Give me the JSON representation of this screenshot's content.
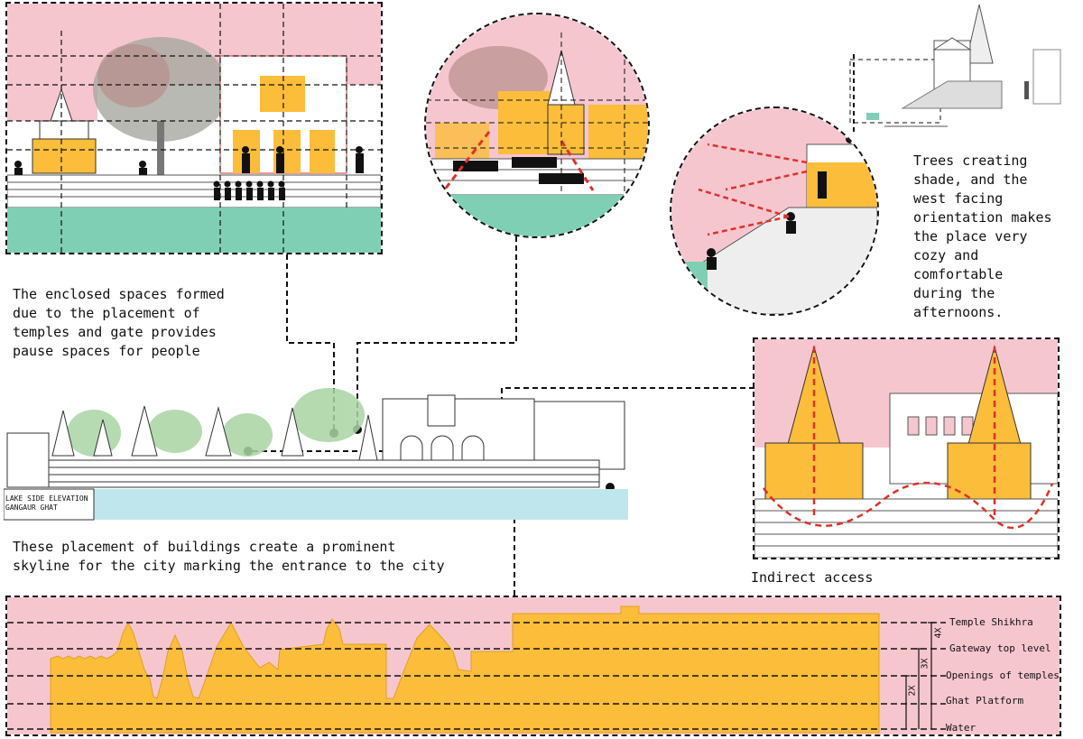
{
  "notes": {
    "enclosed_spaces": "The enclosed spaces formed\ndue to the placement of\ntemples and gate provides\npause spaces for people",
    "trees_shade": "Trees creating\nshade, and the\nwest facing\norientation makes\nthe place very\ncozy and\ncomfortable\nduring the\nafternoons.",
    "skyline": "These placement of buildings create a prominent\nskyline for the city marking the entrance to the city",
    "indirect_access": "Indirect access"
  },
  "elevation_label": {
    "line1": "LAKE SIDE ELEVATION",
    "line2": "GANGAUR GHAT"
  },
  "skyline_levels": [
    {
      "label": "Temple Shikhra"
    },
    {
      "label": "Gateway top level"
    },
    {
      "label": "Openings of temples"
    },
    {
      "label": "Ghat Platform"
    },
    {
      "label": "Water"
    }
  ],
  "ratio_marks": [
    "4X",
    "3X",
    "2X"
  ],
  "colors": {
    "pink": "#f6c6cf",
    "yellow": "#fbbd3a",
    "teal": "#7fcfb4",
    "water": "#bfe6ec",
    "tree_green": "#a9d4a3",
    "red_arrow": "#e0312b"
  }
}
